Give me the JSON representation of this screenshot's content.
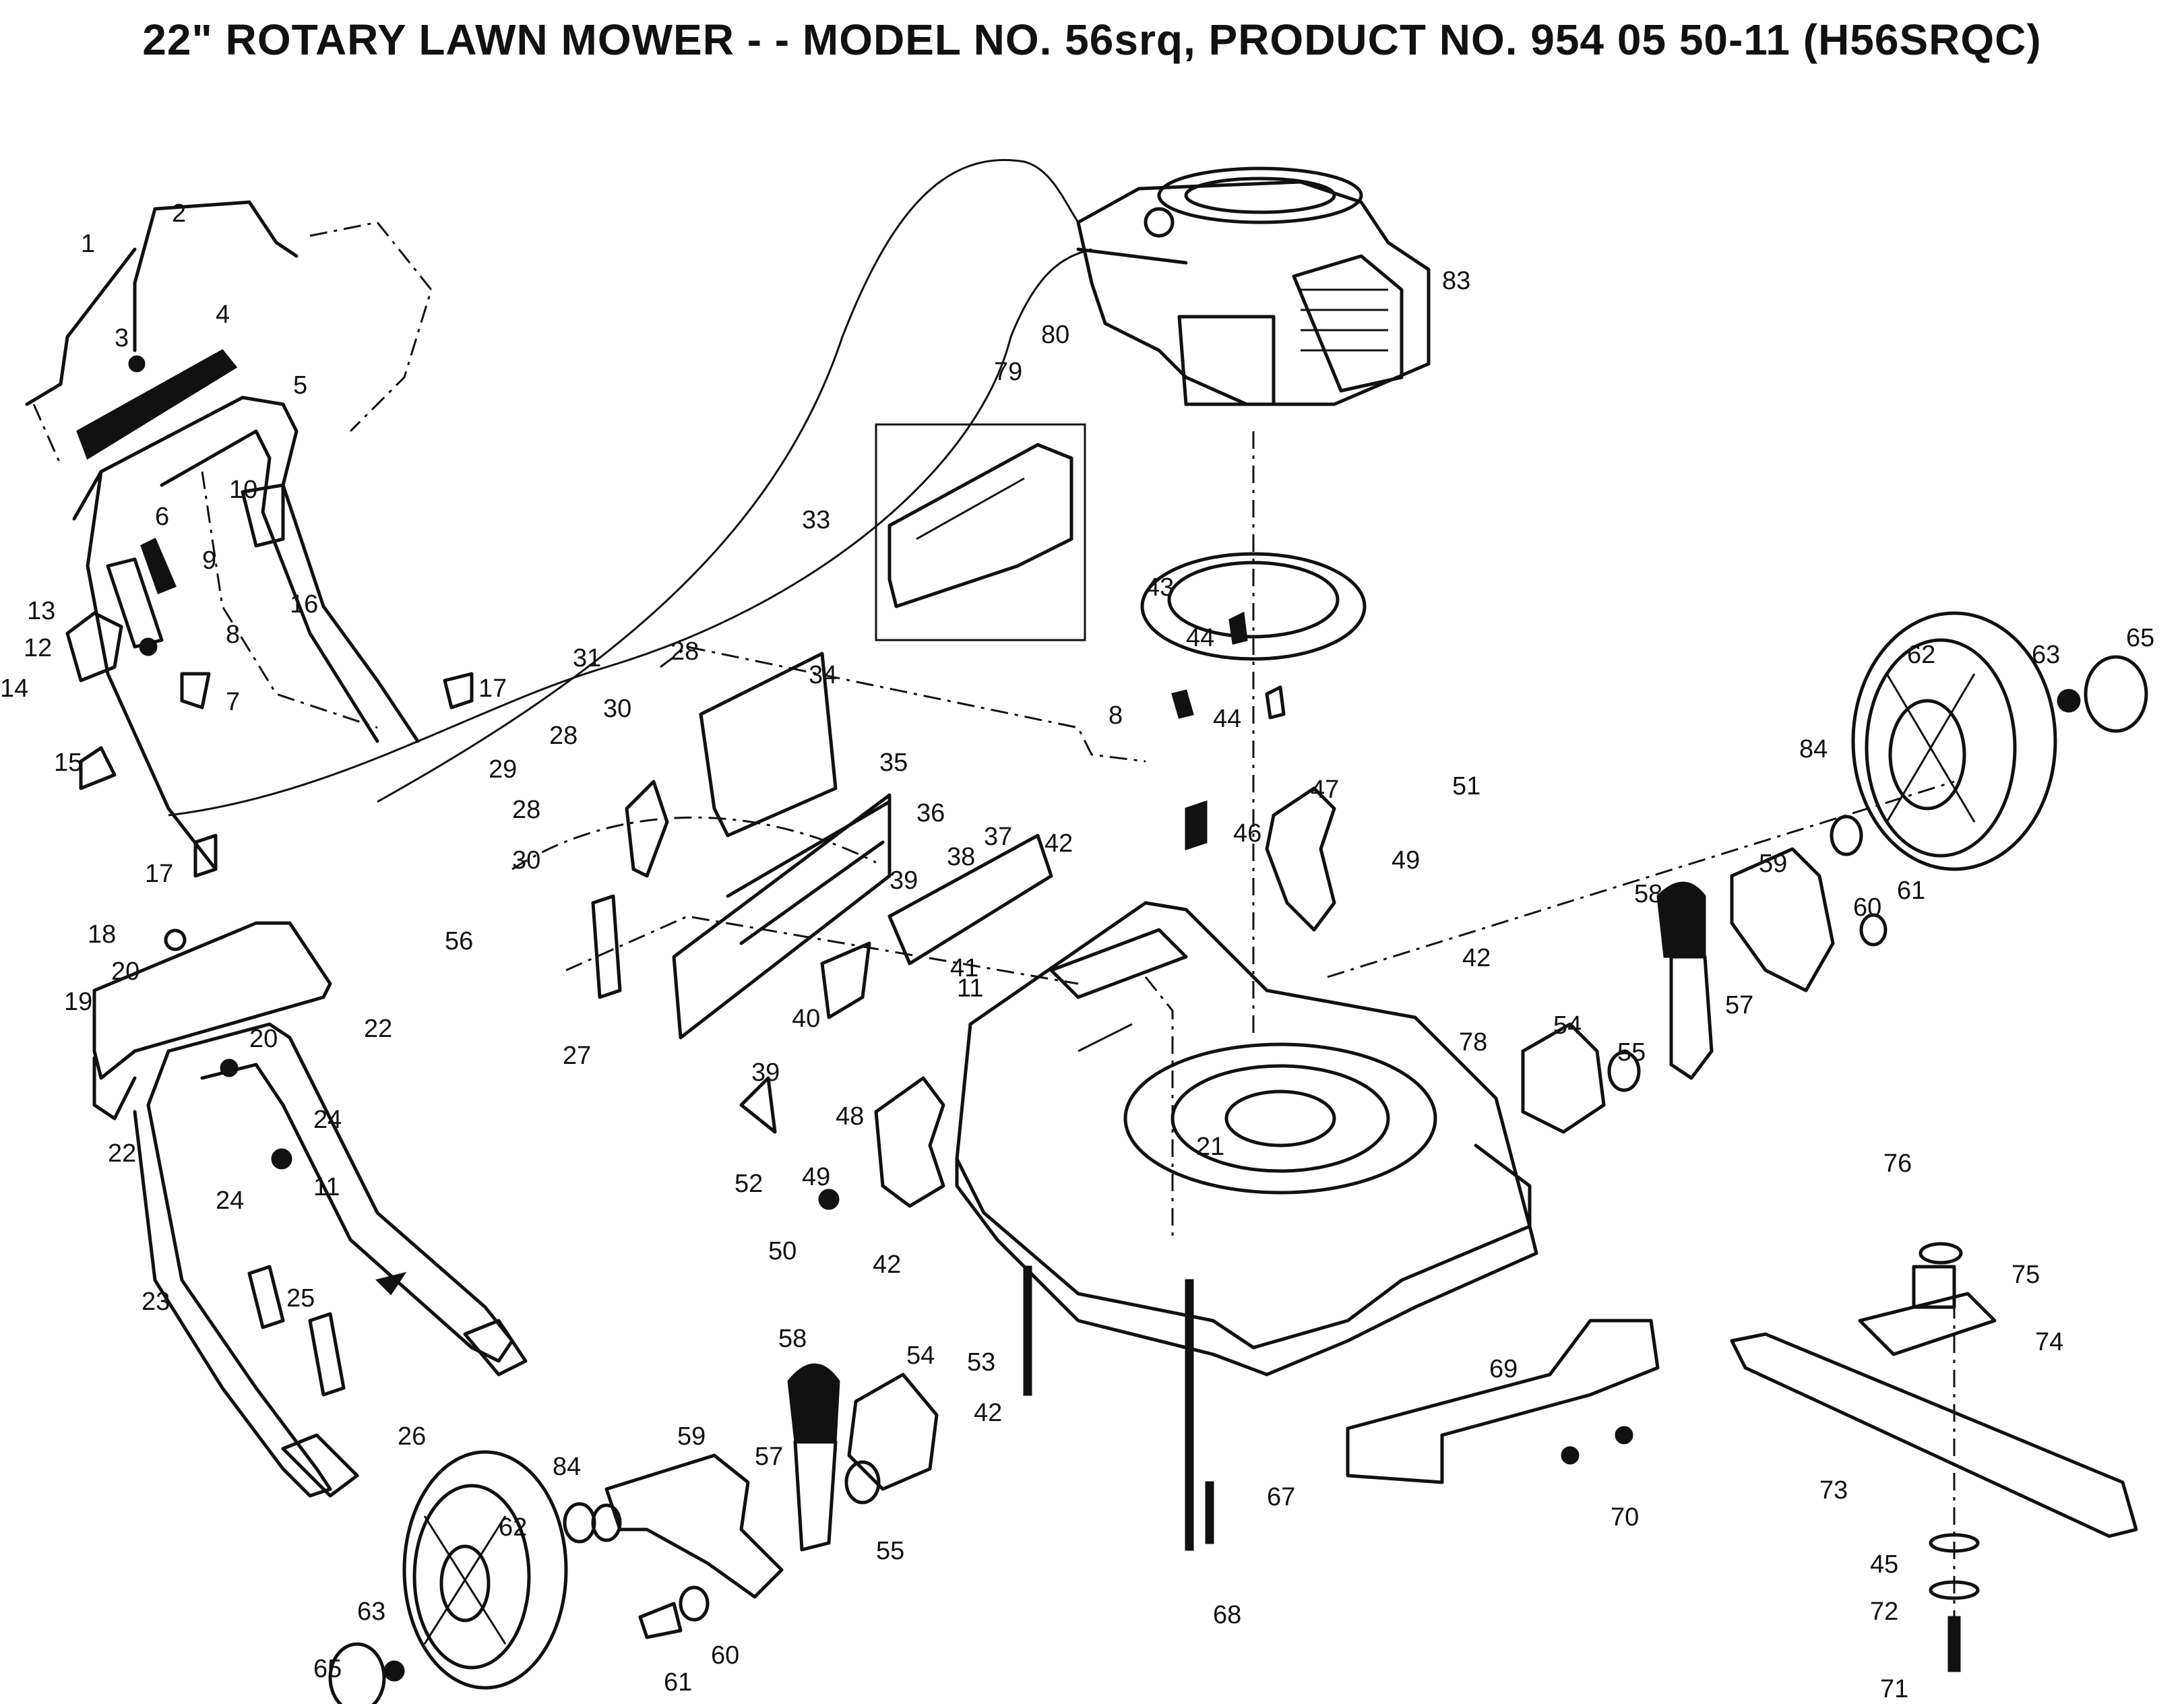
{
  "title": "22\" ROTARY LAWN MOWER - - MODEL NO. 56srq, PRODUCT NO. 954 05 50-11 (H56SRQC)",
  "callouts": [
    {
      "id": "c1",
      "text": "1"
    },
    {
      "id": "c2",
      "text": "2"
    },
    {
      "id": "c3",
      "text": "3"
    },
    {
      "id": "c4",
      "text": "4"
    },
    {
      "id": "c5",
      "text": "5"
    },
    {
      "id": "c6",
      "text": "6"
    },
    {
      "id": "c7",
      "text": "7"
    },
    {
      "id": "c8a",
      "text": "8"
    },
    {
      "id": "c8b",
      "text": "8"
    },
    {
      "id": "c9",
      "text": "9"
    },
    {
      "id": "c10",
      "text": "10"
    },
    {
      "id": "c11a",
      "text": "11"
    },
    {
      "id": "c11b",
      "text": "11"
    },
    {
      "id": "c12",
      "text": "12"
    },
    {
      "id": "c13",
      "text": "13"
    },
    {
      "id": "c14",
      "text": "14"
    },
    {
      "id": "c15",
      "text": "15"
    },
    {
      "id": "c16",
      "text": "16"
    },
    {
      "id": "c17a",
      "text": "17"
    },
    {
      "id": "c17b",
      "text": "17"
    },
    {
      "id": "c18",
      "text": "18"
    },
    {
      "id": "c19",
      "text": "19"
    },
    {
      "id": "c20a",
      "text": "20"
    },
    {
      "id": "c20b",
      "text": "20"
    },
    {
      "id": "c21",
      "text": "21"
    },
    {
      "id": "c22a",
      "text": "22"
    },
    {
      "id": "c22b",
      "text": "22"
    },
    {
      "id": "c23",
      "text": "23"
    },
    {
      "id": "c24a",
      "text": "24"
    },
    {
      "id": "c24b",
      "text": "24"
    },
    {
      "id": "c25",
      "text": "25"
    },
    {
      "id": "c26",
      "text": "26"
    },
    {
      "id": "c27",
      "text": "27"
    },
    {
      "id": "c28a",
      "text": "28"
    },
    {
      "id": "c28b",
      "text": "28"
    },
    {
      "id": "c28c",
      "text": "28"
    },
    {
      "id": "c29",
      "text": "29"
    },
    {
      "id": "c30a",
      "text": "30"
    },
    {
      "id": "c30b",
      "text": "30"
    },
    {
      "id": "c31",
      "text": "31"
    },
    {
      "id": "c33",
      "text": "33"
    },
    {
      "id": "c34",
      "text": "34"
    },
    {
      "id": "c35",
      "text": "35"
    },
    {
      "id": "c36",
      "text": "36"
    },
    {
      "id": "c37",
      "text": "37"
    },
    {
      "id": "c38",
      "text": "38"
    },
    {
      "id": "c39a",
      "text": "39"
    },
    {
      "id": "c39b",
      "text": "39"
    },
    {
      "id": "c40",
      "text": "40"
    },
    {
      "id": "c41",
      "text": "41"
    },
    {
      "id": "c42a",
      "text": "42"
    },
    {
      "id": "c42b",
      "text": "42"
    },
    {
      "id": "c42c",
      "text": "42"
    },
    {
      "id": "c42d",
      "text": "42"
    },
    {
      "id": "c43",
      "text": "43"
    },
    {
      "id": "c44a",
      "text": "44"
    },
    {
      "id": "c44b",
      "text": "44"
    },
    {
      "id": "c45",
      "text": "45"
    },
    {
      "id": "c46",
      "text": "46"
    },
    {
      "id": "c47",
      "text": "47"
    },
    {
      "id": "c48",
      "text": "48"
    },
    {
      "id": "c49a",
      "text": "49"
    },
    {
      "id": "c49b",
      "text": "49"
    },
    {
      "id": "c50",
      "text": "50"
    },
    {
      "id": "c51",
      "text": "51"
    },
    {
      "id": "c52",
      "text": "52"
    },
    {
      "id": "c53",
      "text": "53"
    },
    {
      "id": "c54a",
      "text": "54"
    },
    {
      "id": "c54b",
      "text": "54"
    },
    {
      "id": "c55a",
      "text": "55"
    },
    {
      "id": "c55b",
      "text": "55"
    },
    {
      "id": "c56",
      "text": "56"
    },
    {
      "id": "c57a",
      "text": "57"
    },
    {
      "id": "c57b",
      "text": "57"
    },
    {
      "id": "c58a",
      "text": "58"
    },
    {
      "id": "c58b",
      "text": "58"
    },
    {
      "id": "c59a",
      "text": "59"
    },
    {
      "id": "c59b",
      "text": "59"
    },
    {
      "id": "c60a",
      "text": "60"
    },
    {
      "id": "c60b",
      "text": "60"
    },
    {
      "id": "c61a",
      "text": "61"
    },
    {
      "id": "c61b",
      "text": "61"
    },
    {
      "id": "c62a",
      "text": "62"
    },
    {
      "id": "c62b",
      "text": "62"
    },
    {
      "id": "c63a",
      "text": "63"
    },
    {
      "id": "c63b",
      "text": "63"
    },
    {
      "id": "c65a",
      "text": "65"
    },
    {
      "id": "c65b",
      "text": "65"
    },
    {
      "id": "c67",
      "text": "67"
    },
    {
      "id": "c68",
      "text": "68"
    },
    {
      "id": "c69",
      "text": "69"
    },
    {
      "id": "c70",
      "text": "70"
    },
    {
      "id": "c71",
      "text": "71"
    },
    {
      "id": "c72",
      "text": "72"
    },
    {
      "id": "c73",
      "text": "73"
    },
    {
      "id": "c74",
      "text": "74"
    },
    {
      "id": "c75",
      "text": "75"
    },
    {
      "id": "c76",
      "text": "76"
    },
    {
      "id": "c78",
      "text": "78"
    },
    {
      "id": "c79",
      "text": "79"
    },
    {
      "id": "c80",
      "text": "80"
    },
    {
      "id": "c83",
      "text": "83"
    },
    {
      "id": "c84a",
      "text": "84"
    },
    {
      "id": "c84b",
      "text": "84"
    }
  ]
}
